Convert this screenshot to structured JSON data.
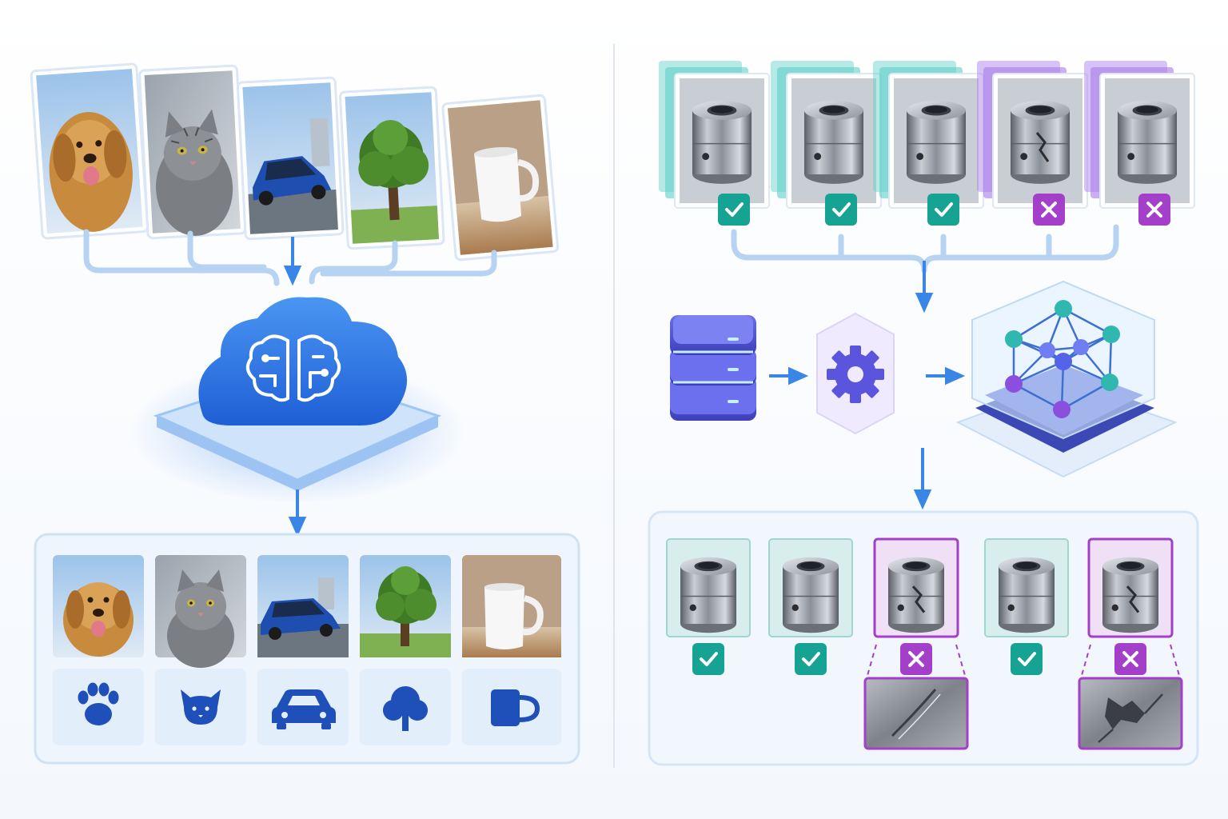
{
  "left_panel": {
    "inputs": [
      {
        "subject": "dog",
        "icon": "paw-icon"
      },
      {
        "subject": "cat",
        "icon": "cat-icon"
      },
      {
        "subject": "car",
        "icon": "car-icon"
      },
      {
        "subject": "tree",
        "icon": "tree-icon"
      },
      {
        "subject": "mug",
        "icon": "mug-icon"
      }
    ],
    "model_icon": "cloud-brain-icon",
    "colors": {
      "accent": "#2e6fe0",
      "icon": "#1f4fb8",
      "connector": "#a8ccef",
      "arrow": "#3a86e6"
    }
  },
  "right_panel": {
    "inputs": [
      {
        "label": "pass",
        "status_icon": "check-icon"
      },
      {
        "label": "pass",
        "status_icon": "check-icon"
      },
      {
        "label": "pass",
        "status_icon": "check-icon"
      },
      {
        "label": "defect",
        "status_icon": "cross-icon"
      },
      {
        "label": "defect",
        "status_icon": "cross-icon"
      }
    ],
    "pipeline": [
      "database-icon",
      "gear-icon",
      "network-icon"
    ],
    "results": [
      {
        "label": "pass",
        "status_icon": "check-icon",
        "defect_zoom": false
      },
      {
        "label": "pass",
        "status_icon": "check-icon",
        "defect_zoom": false
      },
      {
        "label": "defect",
        "status_icon": "cross-icon",
        "defect_zoom": true
      },
      {
        "label": "pass",
        "status_icon": "check-icon",
        "defect_zoom": false
      },
      {
        "label": "defect",
        "status_icon": "cross-icon",
        "defect_zoom": true
      }
    ],
    "colors": {
      "pass": "#16a394",
      "defect": "#a33fc9",
      "teal_layer": "#5fd1c8",
      "purple_layer": "#a77bea"
    }
  }
}
